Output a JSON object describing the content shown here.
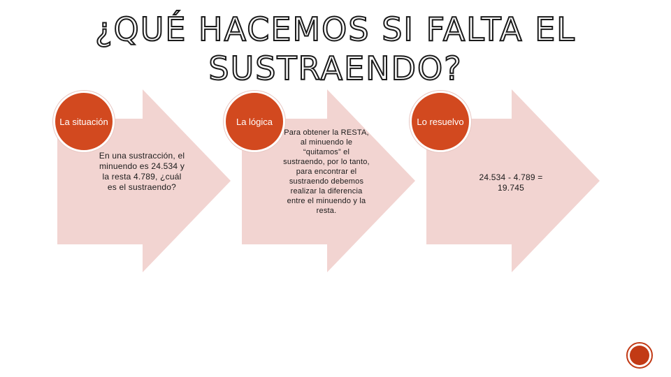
{
  "slide": {
    "title": "¿QUÉ HACEMOS SI FALTA EL SUSTRAENDO?",
    "accent_color": "#d2491f",
    "arrow_color": "#f2d4d1"
  },
  "steps": [
    {
      "heading": "La situación",
      "text": "En una sustracción, el minuendo es 24.534 y la resta 4.789, ¿cuál es el sustraendo?"
    },
    {
      "heading": "La lógica",
      "text": "Para obtener la RESTA, al minuendo le “quitamos” el sustraendo, por lo tanto, para encontrar el sustraendo debemos realizar la diferencia entre el minuendo y la resta."
    },
    {
      "heading": "Lo resuelvo",
      "text": "24.534 - 4.789 = 19.745"
    }
  ]
}
